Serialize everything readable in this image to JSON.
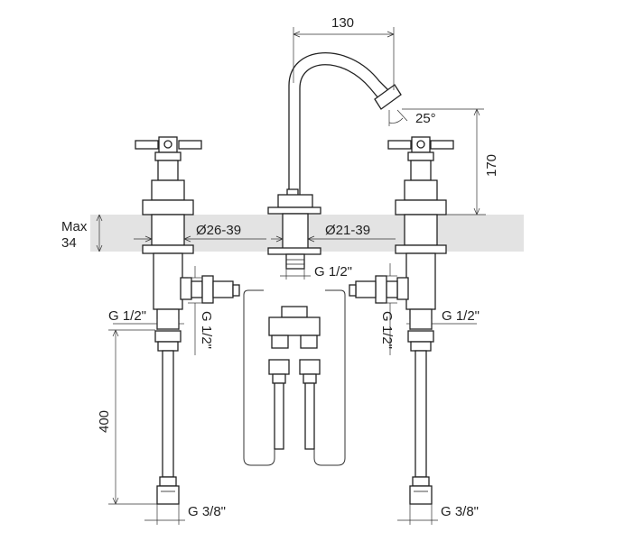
{
  "dimensions": {
    "spout_reach": "130",
    "spout_angle": "25°",
    "spout_height": "170",
    "deck_thickness_max_line1": "Max",
    "deck_thickness_max_line2": "34",
    "hole_diameter_handles": "Ø26-39",
    "hole_diameter_spout": "Ø21-39",
    "spout_thread": "G 1/2\"",
    "left_outlet_thread_horizontal": "G 1/2\"",
    "left_outlet_thread_vertical": "G 1/2\"",
    "right_outlet_thread_horizontal": "G 1/2\"",
    "right_outlet_thread_vertical": "G 1/2\"",
    "hose_length": "400",
    "left_hose_end_thread": "G 3/8\"",
    "right_hose_end_thread": "G 3/8\""
  }
}
